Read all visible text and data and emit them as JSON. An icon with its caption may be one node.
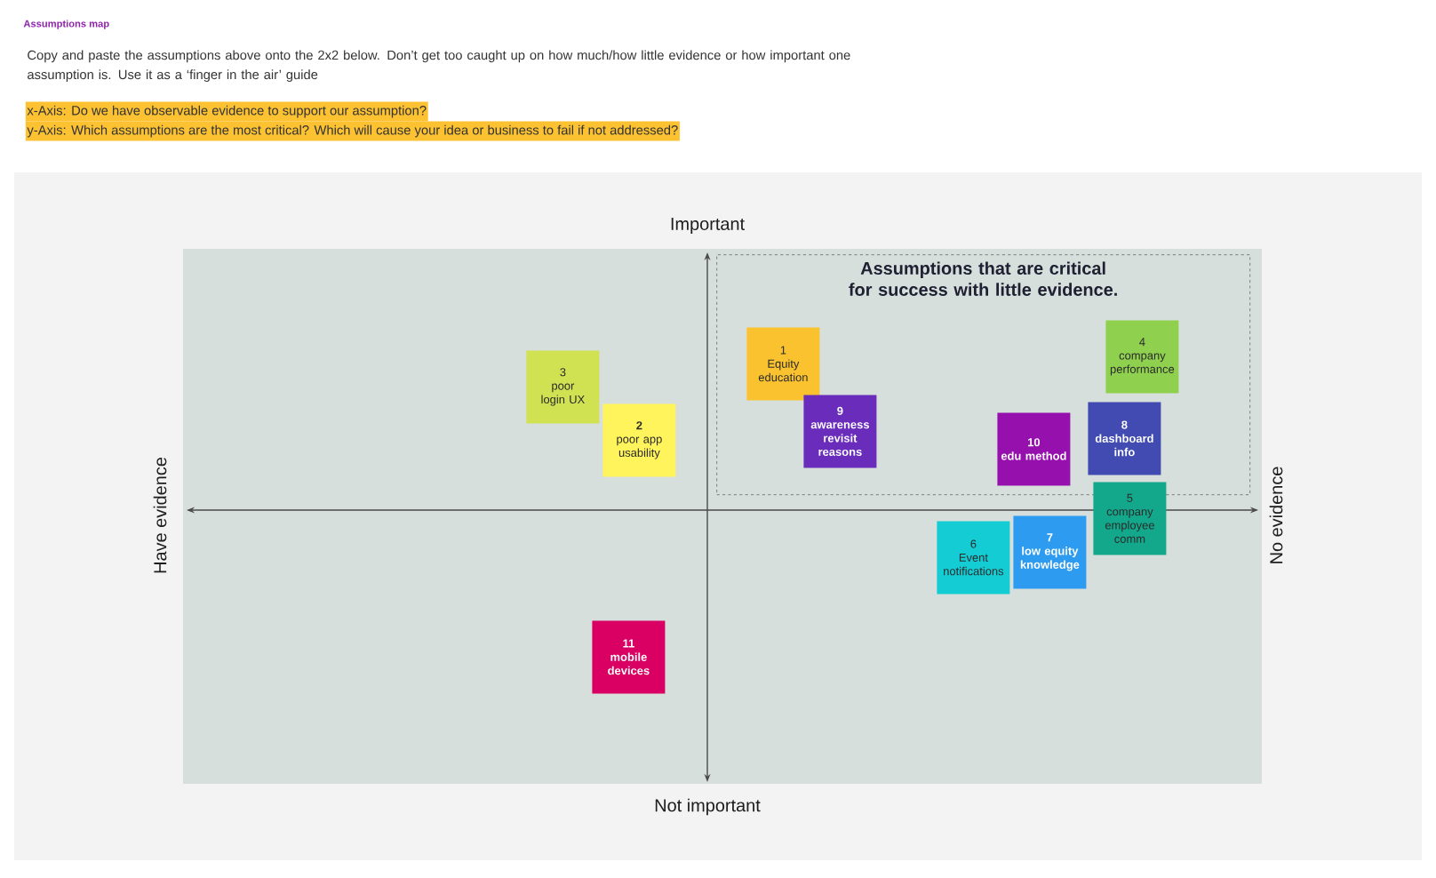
{
  "diagram": {
    "title": "Assumptions map",
    "nodes": [
      {
        "text": [
          "Assumptions that are critical for success with little evidence."
        ]
      },
      {
        "text": [
          "1",
          "Equity education"
        ],
        "in": 0
      },
      {
        "text": [
          "2",
          "poor app usability"
        ]
      },
      {
        "text": [
          "3",
          "poor login UX"
        ]
      },
      {
        "text": [
          "4",
          "company performance"
        ],
        "in": 0
      },
      {
        "text": [
          "5",
          "company employee comm"
        ]
      },
      {
        "text": [
          "6",
          "Event notifications"
        ]
      },
      {
        "text": [
          "7",
          "low equity knowledge"
        ]
      },
      {
        "text": [
          "8",
          "dashboard info"
        ],
        "in": 0
      },
      {
        "text": [
          "9",
          "awareness revisit reasons"
        ],
        "in": 0
      },
      {
        "text": [
          "10",
          "edu method"
        ],
        "in": 0
      },
      {
        "text": [
          "11",
          "mobile devices"
        ]
      }
    ],
    "labels": [
      "Copy and paste the assumptions above onto the 2x2 below. Don’t get too caught up on how much/how little evidence or how important one assumption is. Use it as a ‘finger in the air’ guide",
      "x-Axis: Do we have observable evidence to support our assumption?",
      "y-Axis: Which assumptions are the most critical? Which will cause your idea or business to fail if not addressed?",
      "Important",
      "Have evidence",
      "No evidence",
      "Not important"
    ]
  }
}
